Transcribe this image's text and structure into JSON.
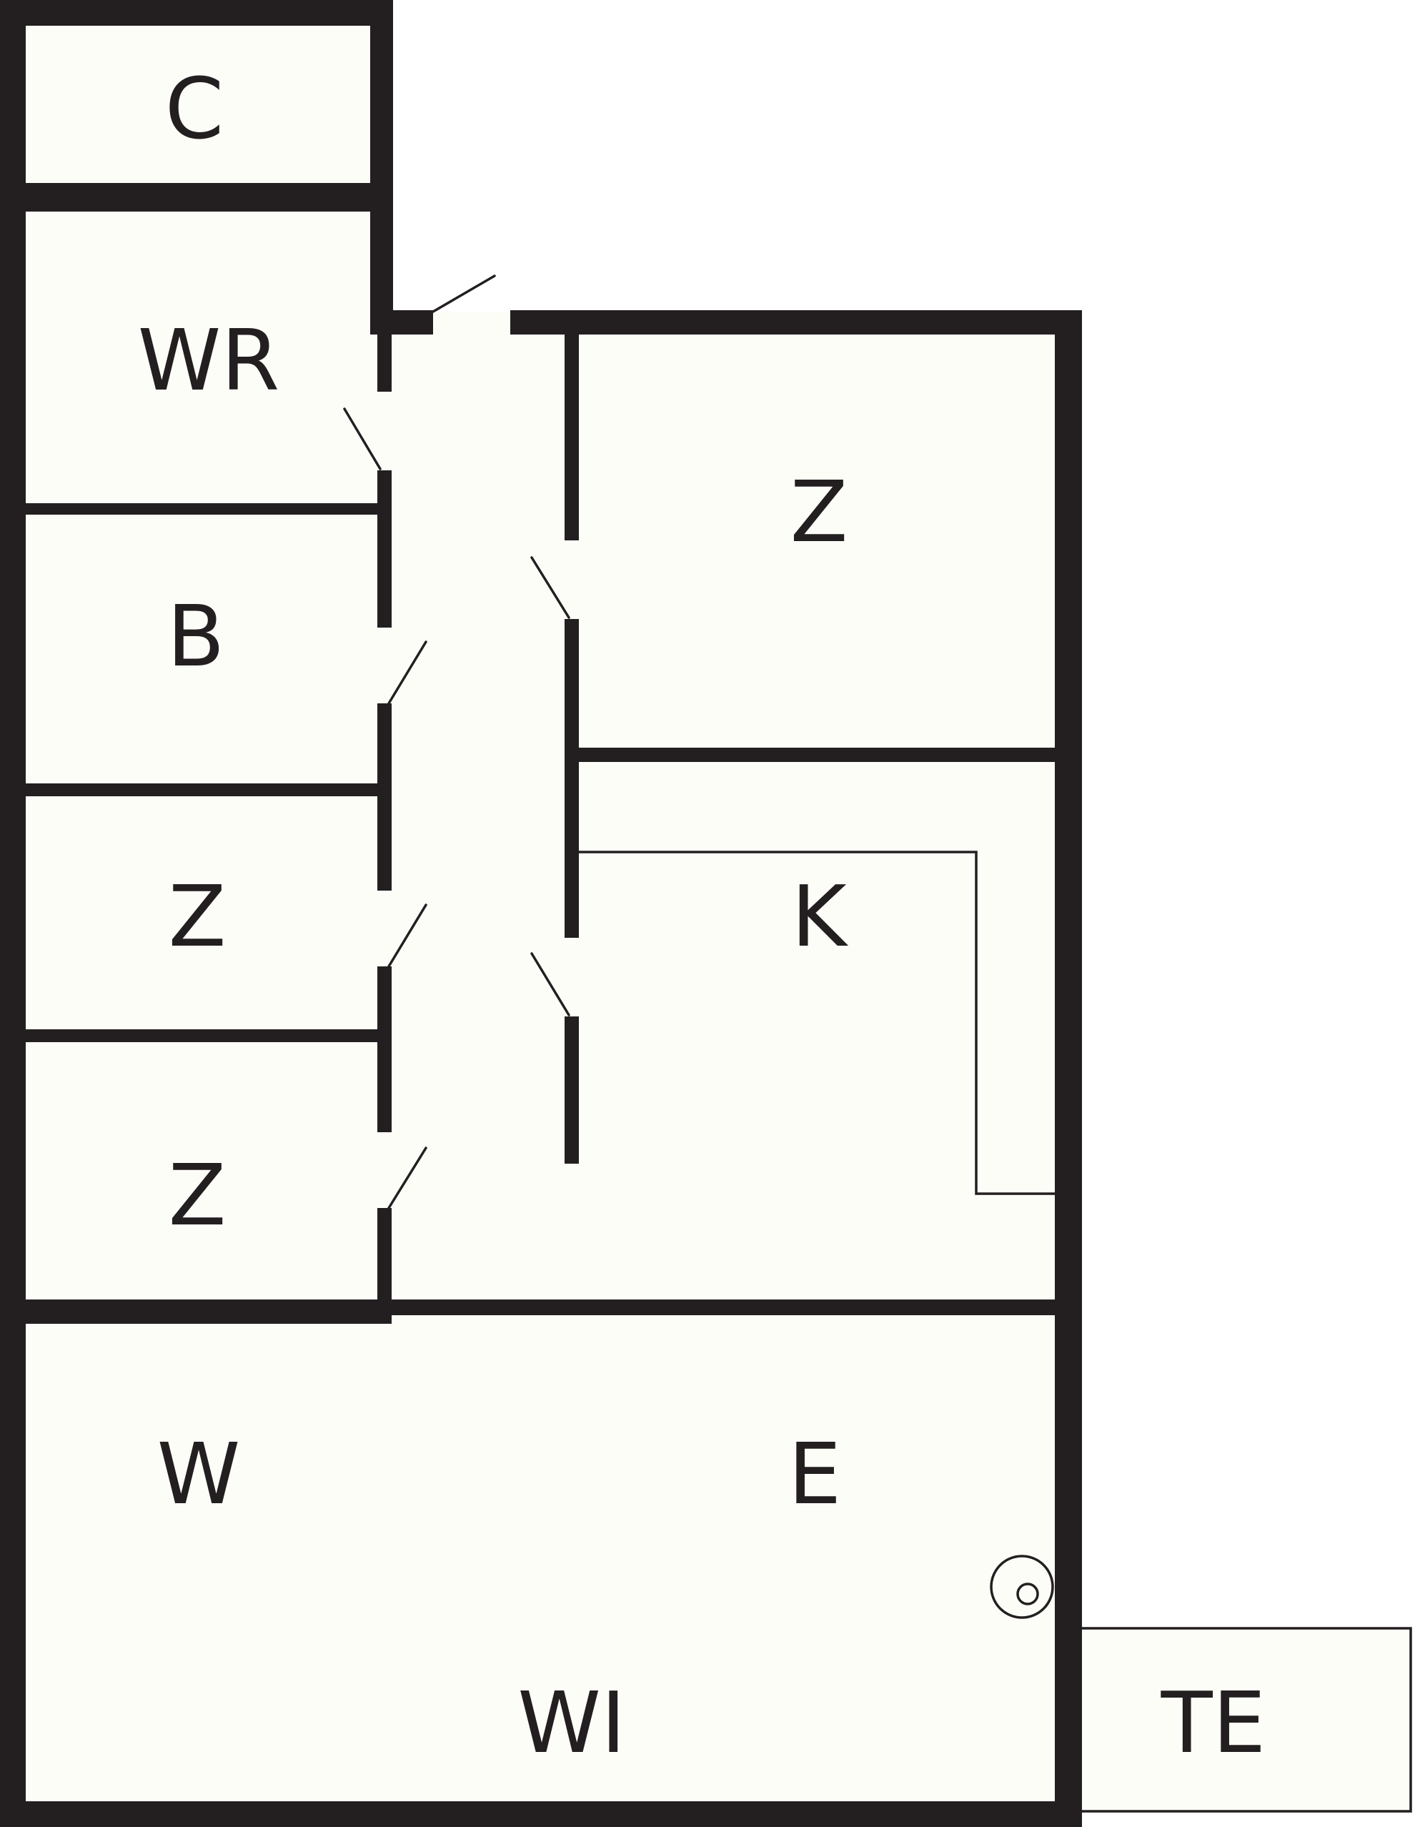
{
  "rooms": {
    "c": "C",
    "wr": "WR",
    "z_top_right": "Z",
    "b": "B",
    "z_left_upper": "Z",
    "k": "K",
    "z_left_lower": "Z",
    "w": "W",
    "e": "E",
    "wi": "WI",
    "te": "TE"
  },
  "colors": {
    "wall": "#231f20",
    "floor": "#fdfdf8",
    "background": "#ffffff"
  },
  "icons": [
    "door-swing-icon",
    "boiler-icon"
  ]
}
